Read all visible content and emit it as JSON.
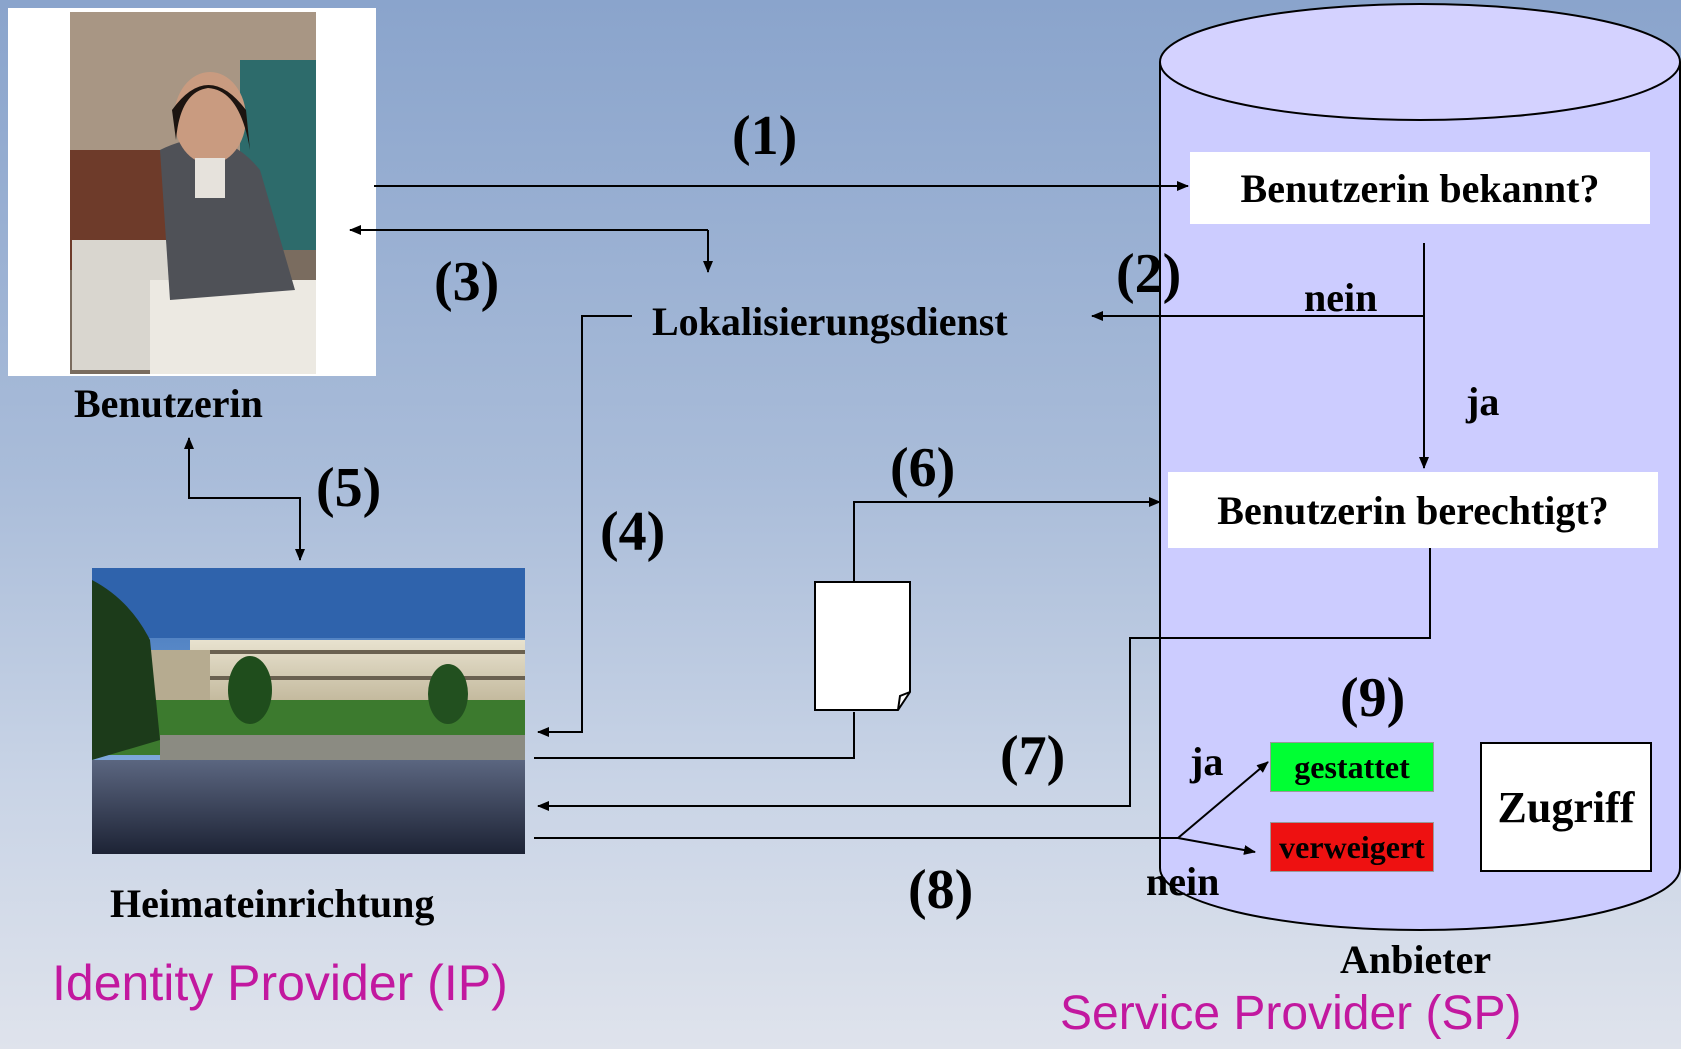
{
  "steps": {
    "s1": "(1)",
    "s2": "(2)",
    "s3": "(3)",
    "s4": "(4)",
    "s5": "(5)",
    "s6": "(6)",
    "s7": "(7)",
    "s8": "(8)",
    "s9": "(9)"
  },
  "user_label": "Benutzerin",
  "home_label": "Heimateinrichtung",
  "ip_label": "Identity Provider (IP)",
  "locator_label": "Lokalisierungsdienst",
  "sp": {
    "question_known": "Benutzerin bekannt?",
    "question_authorized": "Benutzerin berechtigt?",
    "no_1": "nein",
    "yes_1": "ja",
    "yes_2": "ja",
    "no_2": "nein",
    "allowed": "gestattet",
    "denied": "verweigert",
    "access": "Zugriff",
    "provider_label": "Anbieter",
    "sp_label": "Service Provider (SP)"
  },
  "colors": {
    "allowed": "#00ff33",
    "denied": "#ee1111",
    "cylinder": "#ccccff",
    "accent_text": "#c2189f"
  }
}
